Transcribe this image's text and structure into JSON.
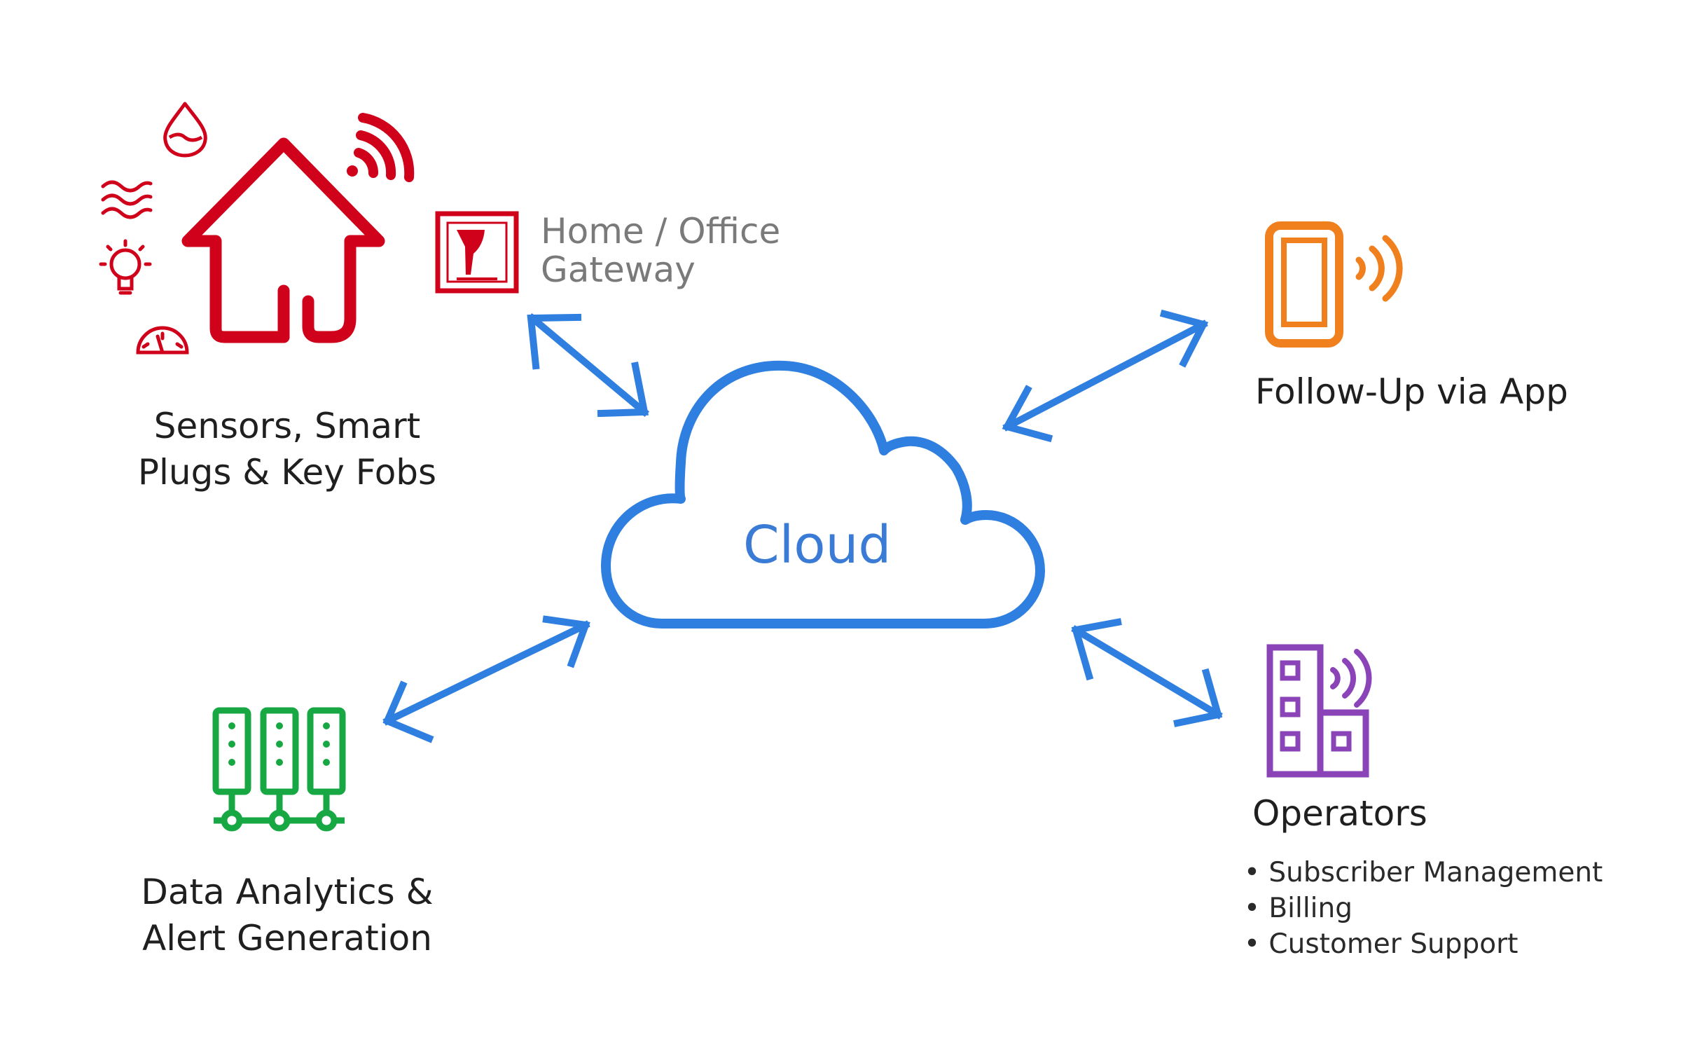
{
  "sensors": {
    "line1": "Sensors, Smart",
    "line2": "Plugs & Key Fobs"
  },
  "gateway": {
    "line1": "Home / Office",
    "line2": "Gateway"
  },
  "cloud": {
    "label": "Cloud"
  },
  "app": {
    "label": "Follow-Up via App"
  },
  "analytics": {
    "line1": "Data Analytics &",
    "line2": "Alert Generation"
  },
  "operators": {
    "title": "Operators",
    "items": [
      "• Subscriber Management",
      "• Billing",
      "• Customer Support"
    ]
  },
  "colors": {
    "red": "#d0021b",
    "blue": "#2f7fe0",
    "orange": "#f07f1e",
    "green": "#17a844",
    "purple": "#8a44b8",
    "gray_text": "#7a7a7a"
  },
  "icons": [
    "house-icon",
    "water-drop-icon",
    "heat-waves-icon",
    "light-bulb-icon",
    "gauge-icon",
    "wifi-signal-icon",
    "gateway-device-icon",
    "cloud-icon",
    "smartphone-icon",
    "server-racks-icon",
    "building-icon"
  ]
}
